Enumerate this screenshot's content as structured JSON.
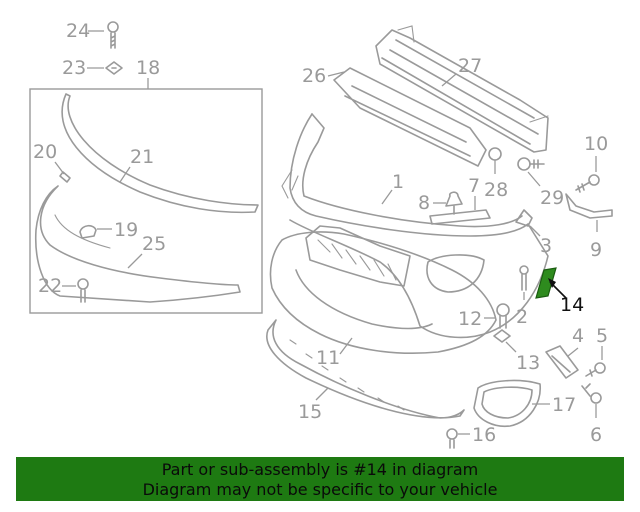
{
  "highlight_color": "#2e8b1e",
  "banner": {
    "line1": "Part or sub-assembly is #14 in diagram",
    "line2": "Diagram may not be specific to your vehicle",
    "background": "#1e7a12"
  },
  "callouts": {
    "c1": "1",
    "c2": "2",
    "c3": "3",
    "c4": "4",
    "c5": "5",
    "c6": "6",
    "c7": "7",
    "c8": "8",
    "c9": "9",
    "c10": "10",
    "c11": "11",
    "c12": "12",
    "c13": "13",
    "c14": "14",
    "c15": "15",
    "c16": "16",
    "c17": "17",
    "c18": "18",
    "c19": "19",
    "c20": "20",
    "c21": "21",
    "c22": "22",
    "c23": "23",
    "c24": "24",
    "c25": "25",
    "c26": "26",
    "c27": "27",
    "c28": "28",
    "c29": "29"
  }
}
